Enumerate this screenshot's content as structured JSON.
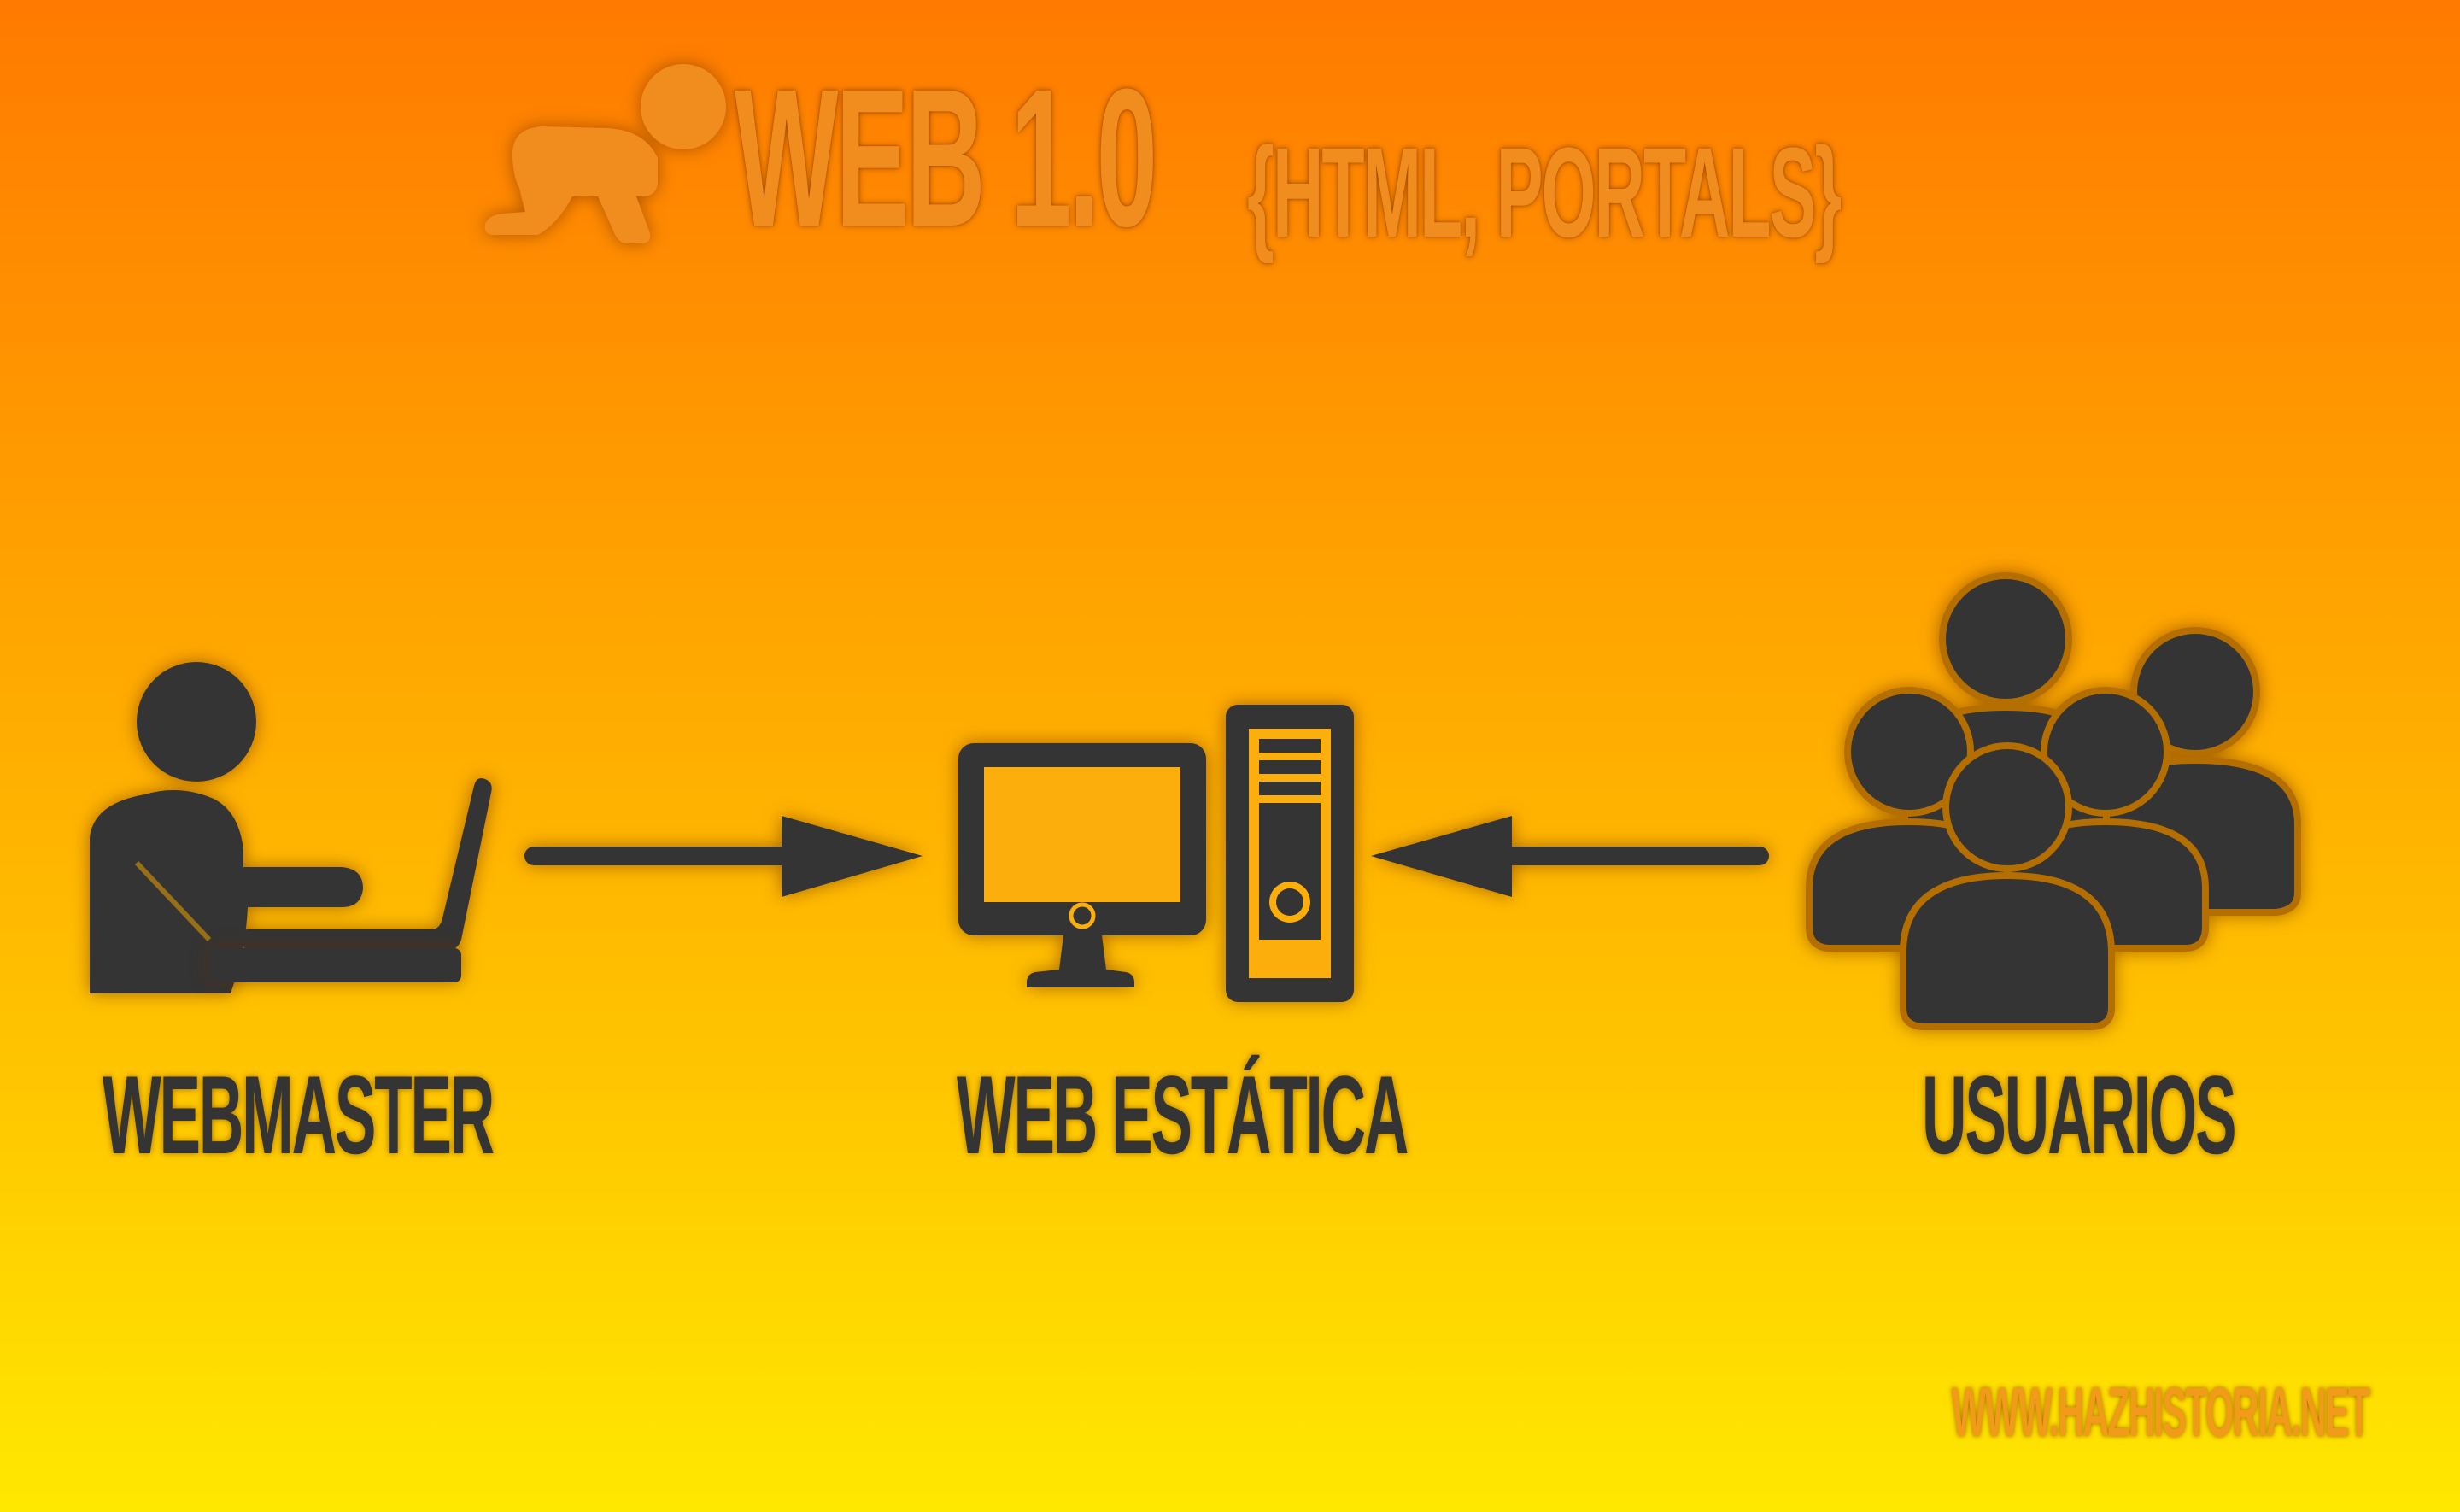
{
  "header": {
    "title": "WEB 1.0",
    "subtitle": "{HTML, PORTALS}"
  },
  "nodes": {
    "webmaster": {
      "label": "WEBMASTER",
      "icon": "person-laptop-icon"
    },
    "web": {
      "label": "WEB ESTÁTICA",
      "icon": "desktop-computer-icon"
    },
    "users": {
      "label": "USUARIOS",
      "icon": "group-users-icon"
    }
  },
  "edges": [
    {
      "from": "webmaster",
      "to": "web"
    },
    {
      "from": "users",
      "to": "web"
    }
  ],
  "footer": {
    "site": "WWW.HAZHISTORIA.NET"
  },
  "colors": {
    "icon_dark": "#343434",
    "title_orange": "#f18c1e",
    "background_top": "#ff7a00",
    "background_bottom": "#ffe800"
  }
}
